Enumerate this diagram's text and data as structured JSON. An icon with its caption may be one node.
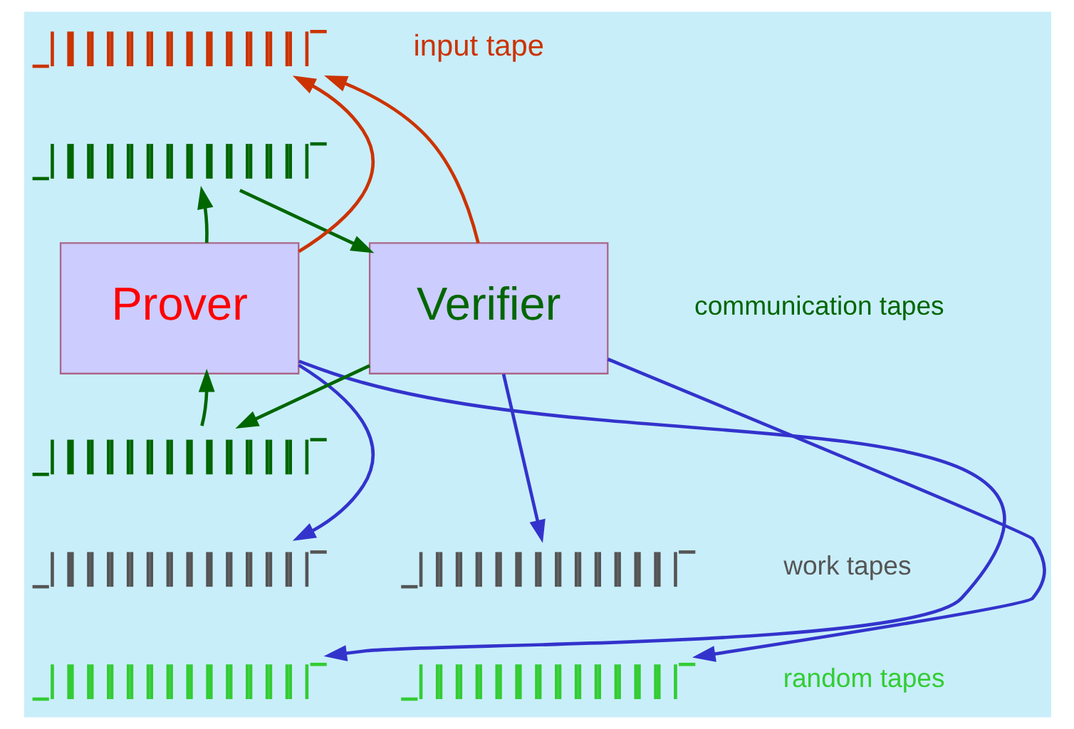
{
  "diagram": {
    "nodes": [
      {
        "text": [],
        "shape": "bar",
        "beside": [
          "input tape"
        ]
      },
      {
        "text": [],
        "shape": "bar"
      },
      {
        "text": [
          "Prover"
        ]
      },
      {
        "text": [
          "Verifier"
        ]
      },
      {
        "text": [],
        "shape": "bar"
      },
      {
        "text": [],
        "shape": "bar"
      },
      {
        "text": [],
        "shape": "bar"
      },
      {
        "text": [],
        "shape": "bar"
      },
      {
        "text": [],
        "shape": "bar"
      }
    ],
    "edges": [
      {
        "from": 2,
        "to": 0,
        "arrow": "to",
        "color": "#cc3300"
      },
      {
        "from": 3,
        "to": 0,
        "arrow": "to",
        "color": "#cc3300"
      },
      {
        "from": 2,
        "to": 1,
        "arrow": "to",
        "color": "#006600"
      },
      {
        "from": 1,
        "to": 3,
        "arrow": "to",
        "color": "#006600"
      },
      {
        "from": 3,
        "to": 4,
        "arrow": "to",
        "color": "#006600"
      },
      {
        "from": 4,
        "to": 2,
        "arrow": "to",
        "color": "#006600"
      },
      {
        "from": 2,
        "to": 5,
        "arrow": "to",
        "color": "#3333cc"
      },
      {
        "from": 2,
        "to": 7,
        "arrow": "to",
        "color": "#3333cc"
      },
      {
        "from": 3,
        "to": 6,
        "arrow": "to",
        "color": "#3333cc"
      },
      {
        "from": 3,
        "to": 8,
        "arrow": "to",
        "color": "#3333cc"
      }
    ],
    "labels": [
      "communication tapes",
      "work tapes",
      "random tapes"
    ]
  }
}
